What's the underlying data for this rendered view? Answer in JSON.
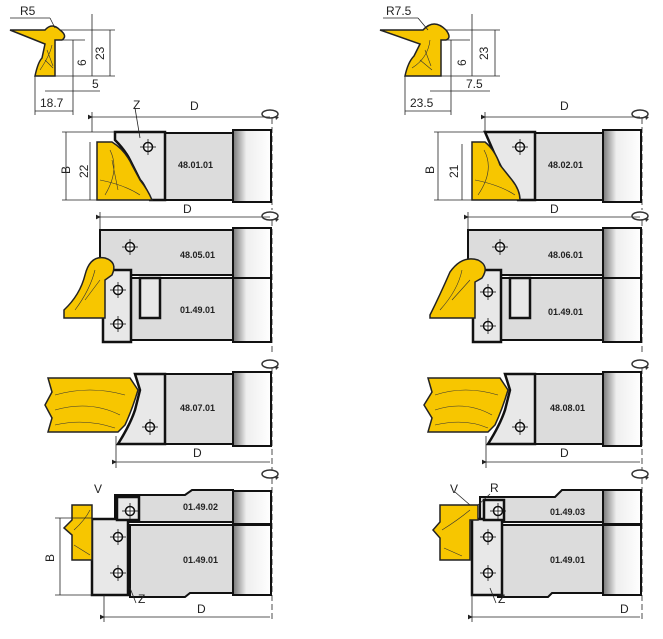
{
  "top_profiles": {
    "left": {
      "radius": "R5",
      "height": "23",
      "step": "6",
      "offset": "5",
      "width": "18.7"
    },
    "right": {
      "radius": "R7.5",
      "height": "23",
      "step": "6",
      "offset": "7.5",
      "width": "23.5"
    }
  },
  "labels": {
    "diameter": "D",
    "height": "B",
    "teeth": "Z",
    "v": "V",
    "r": "R"
  },
  "left_column": {
    "cutter1": {
      "code": "48.01.01",
      "profile_height": "22"
    },
    "cutter2": {
      "code_top": "48.05.01",
      "code_bottom": "01.49.01"
    },
    "cutter3": {
      "code": "48.07.01"
    },
    "cutter4": {
      "code_top": "01.49.02",
      "code_bottom": "01.49.01"
    }
  },
  "right_column": {
    "cutter1": {
      "code": "48.02.01",
      "profile_height": "21"
    },
    "cutter2": {
      "code_top": "48.06.01",
      "code_bottom": "01.49.01"
    },
    "cutter3": {
      "code": "48.08.01"
    },
    "cutter4": {
      "code_top": "01.49.03",
      "code_bottom": "01.49.01"
    }
  }
}
